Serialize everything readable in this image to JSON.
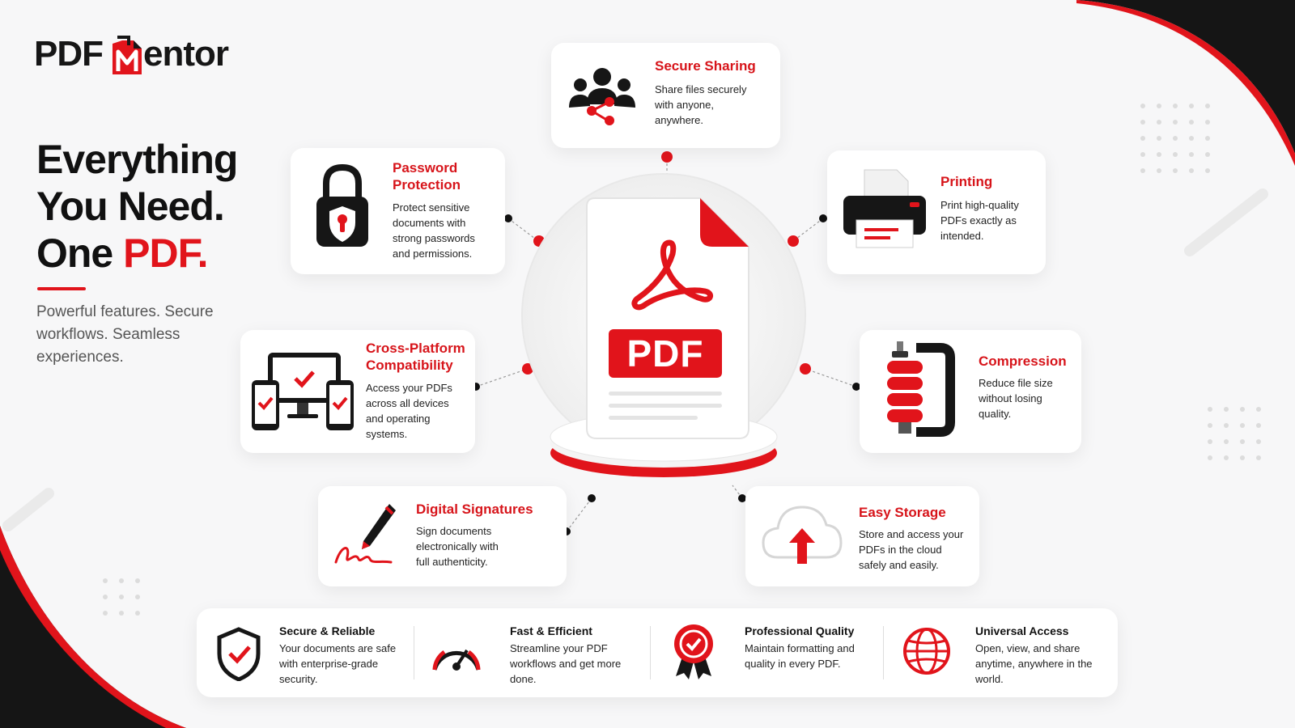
{
  "brand": {
    "prefix": "PDF",
    "suffix": "entor",
    "mark_letter": "M"
  },
  "headline": {
    "line1": "Everything",
    "line2": "You Need.",
    "line3_plain": "One ",
    "line3_accent": "PDF."
  },
  "subtext": "Powerful features. Secure workflows. Seamless experiences.",
  "center": {
    "label": "PDF"
  },
  "features": {
    "secure_sharing": {
      "title": "Secure Sharing",
      "desc": "Share files securely with anyone, anywhere.",
      "icon": "people-share-icon"
    },
    "password": {
      "title": "Password Protection",
      "desc": "Protect sensitive documents with strong passwords and permissions.",
      "icon": "padlock-icon"
    },
    "printing": {
      "title": "Printing",
      "desc": "Print high-quality PDFs exactly as intended.",
      "icon": "printer-icon"
    },
    "cross_platform": {
      "title": "Cross-Platform Compatibility",
      "desc": "Access your PDFs across all devices and operating systems.",
      "icon": "devices-icon"
    },
    "compression": {
      "title": "Compression",
      "desc": "Reduce file size without losing quality.",
      "icon": "clamp-icon"
    },
    "signatures": {
      "title": "Digital Signatures",
      "desc": "Sign documents electronically with full authenticity.",
      "icon": "pen-signature-icon"
    },
    "storage": {
      "title": "Easy Storage",
      "desc": "Store and access your PDFs in the cloud safely and easily.",
      "icon": "cloud-upload-icon"
    }
  },
  "bottom": [
    {
      "title": "Secure & Reliable",
      "desc": "Your documents are safe with enterprise-grade security.",
      "icon": "shield-check-icon"
    },
    {
      "title": "Fast & Efficient",
      "desc": "Streamline your PDF workflows and get more done.",
      "icon": "speedometer-icon"
    },
    {
      "title": "Professional Quality",
      "desc": "Maintain formatting and quality in every PDF.",
      "icon": "award-badge-icon"
    },
    {
      "title": "Universal Access",
      "desc": "Open, view, and share anytime, anywhere in the world.",
      "icon": "globe-icon"
    }
  ],
  "colors": {
    "accent": "#e1141b",
    "dark": "#161616",
    "background": "#f7f7f8"
  }
}
